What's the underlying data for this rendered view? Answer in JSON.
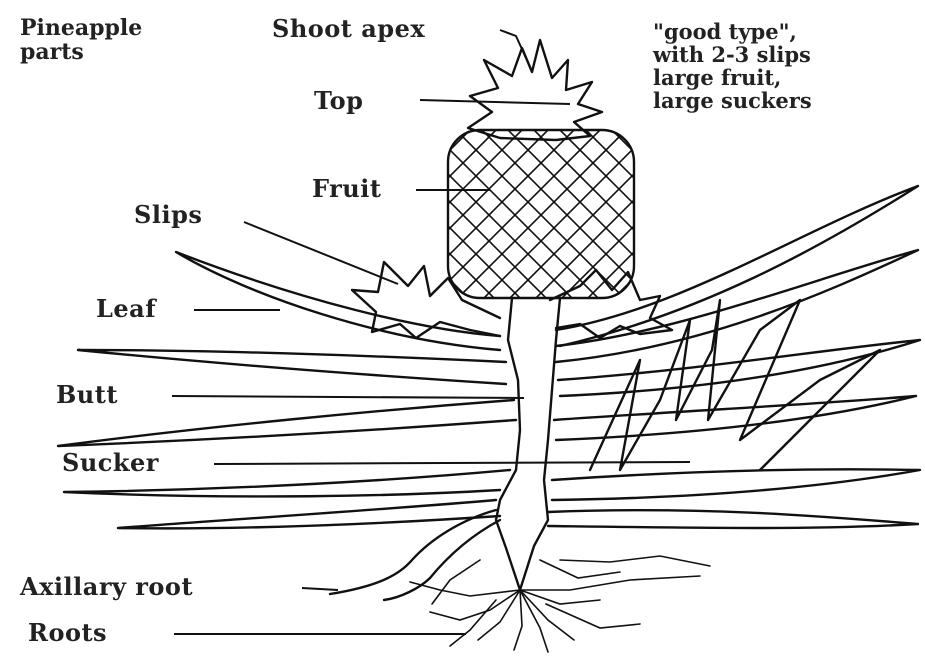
{
  "title_lines": [
    "Pineapple",
    "parts"
  ],
  "note_lines": [
    "\"good type\",",
    "with 2-3 slips",
    "large fruit,",
    "large suckers"
  ],
  "labels": {
    "shoot_apex": "Shoot apex",
    "top": "Top",
    "fruit": "Fruit",
    "slips": "Slips",
    "leaf": "Leaf",
    "butt": "Butt",
    "sucker": "Sucker",
    "axillary_root": "Axillary root",
    "roots": "Roots"
  }
}
